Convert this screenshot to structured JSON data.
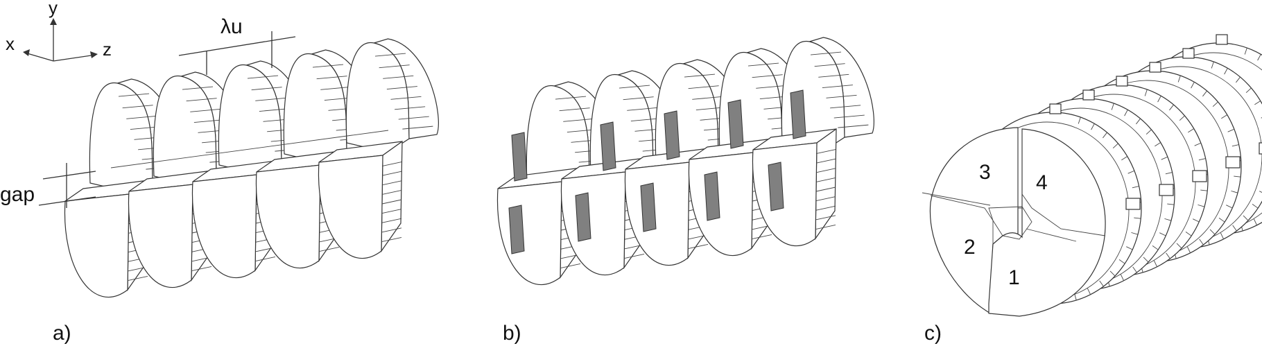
{
  "axes": {
    "x": "x",
    "y": "y",
    "z": "z"
  },
  "dimensions": {
    "period": "λu",
    "gap": "gap"
  },
  "panels": {
    "a": {
      "caption": "a)"
    },
    "b": {
      "caption": "b)"
    },
    "c": {
      "caption": "c)",
      "quadrants": [
        "1",
        "2",
        "3",
        "4"
      ]
    }
  }
}
